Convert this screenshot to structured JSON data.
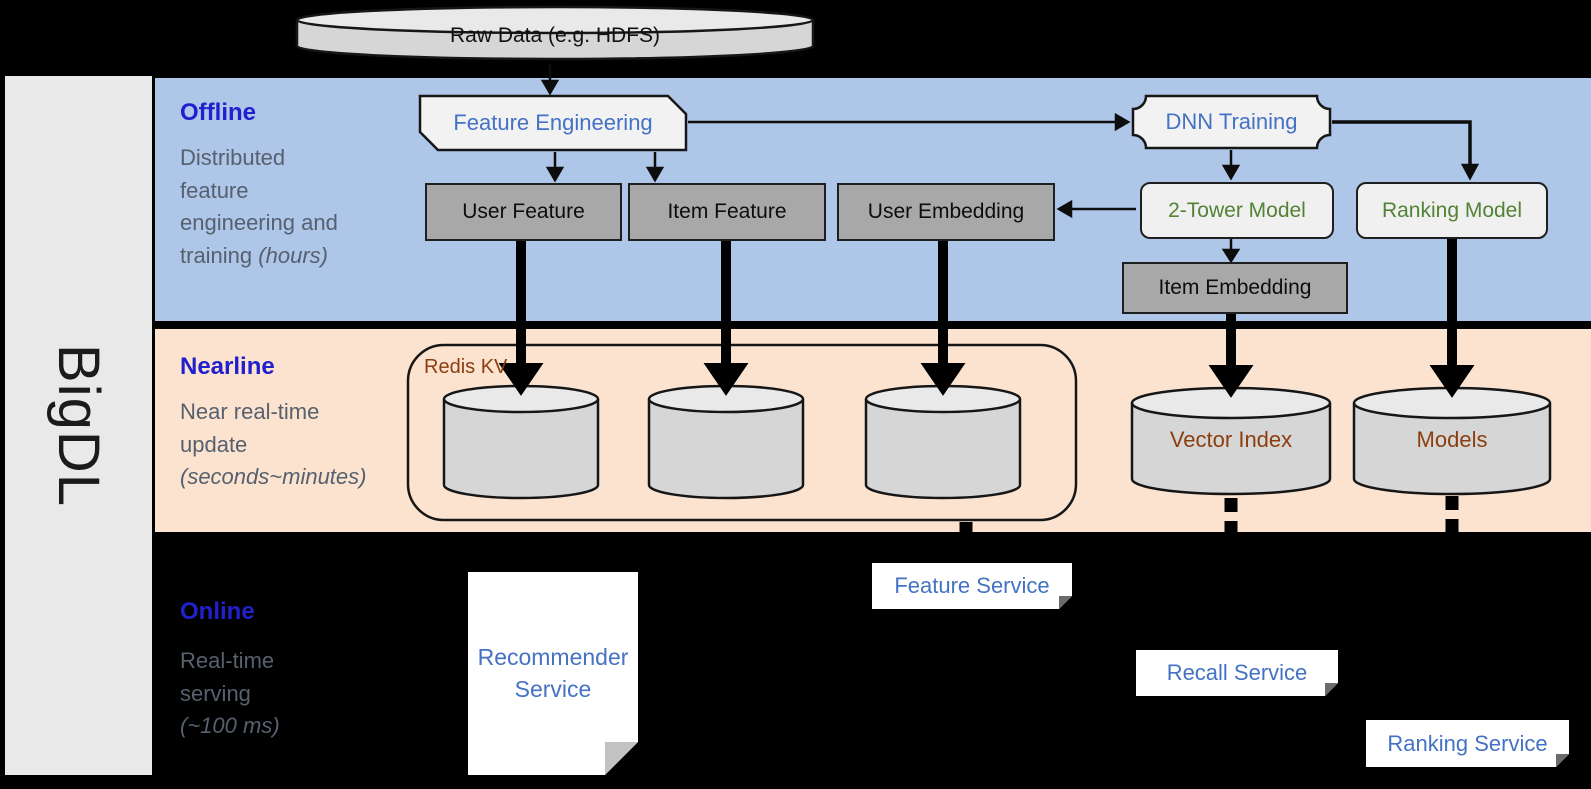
{
  "brand": "BigDL",
  "source": {
    "label": "Raw Data (e.g. HDFS)"
  },
  "sections": {
    "offline": {
      "title": "Offline",
      "desc": "Distributed feature engineering and training",
      "note": "(hours)"
    },
    "nearline": {
      "title": "Nearline",
      "desc": "Near real-time update",
      "note": "(seconds~minutes)"
    },
    "online": {
      "title": "Online",
      "desc": "Real-time serving",
      "note": "(~100 ms)"
    }
  },
  "nodes": {
    "feature_engineering": {
      "label": "Feature Engineering"
    },
    "dnn_training": {
      "label": "DNN Training"
    },
    "user_feature": {
      "label": "User Feature"
    },
    "item_feature": {
      "label": "Item Feature"
    },
    "user_embedding": {
      "label": "User Embedding"
    },
    "two_tower_model": {
      "label": "2-Tower Model"
    },
    "ranking_model": {
      "label": "Ranking Model"
    },
    "item_embedding": {
      "label": "Item Embedding"
    },
    "redis_kv": {
      "label": "Redis KV"
    },
    "vector_index": {
      "label": "Vector Index"
    },
    "models": {
      "label": "Models"
    },
    "recommender_service": {
      "label": "Recommender Service"
    },
    "feature_service": {
      "label": "Feature Service"
    },
    "recall_service": {
      "label": "Recall Service"
    },
    "ranking_service": {
      "label": "Ranking Service"
    }
  },
  "colors": {
    "offline_band": "#aec6e8",
    "nearline_band": "#fbe3d0",
    "online_band": "#000000",
    "section_title_blue": "#2020cc",
    "section_desc_gray": "#57606e",
    "node_text_blue": "#4472c4",
    "model_text_green": "#548235",
    "store_text_brown": "#8c3e0f",
    "gray_box_fill": "#a8a8a8",
    "light_shape_fill": "#f2f2f2",
    "cylinder_fill": "#d6d6d6"
  }
}
